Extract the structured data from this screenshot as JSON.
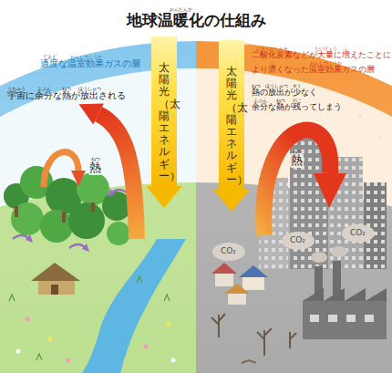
{
  "diagram": {
    "title": "地球温暖化の仕組み",
    "nodes": [
      {
        "text": [
          "太陽光（太陽エネルギー）"
        ]
      },
      {
        "text": [
          "太陽光（太陽エネルギー）"
        ]
      }
    ],
    "labels": [
      "おんだんか",
      "適度な温室効果ガスの層",
      "てきど",
      "おんしつこうか",
      "宇宙に余分な熱が放出される",
      "うちゅう",
      "よぶん",
      "ねつ",
      "ほうしゅつ",
      "二酸化炭素などが大量に増えたことに より濃くなった温室効果ガスの層",
      "にさんかたんそ",
      "たいりょう",
      "ふ",
      "こ",
      "おんしつこうか",
      "熱の放出が少なく 余分な熱が残ってしまう",
      "ねつ",
      "ほうしゅつ",
      "すく",
      "よぶん",
      "ねつ",
      "のこ",
      "熱",
      "ねつ",
      "熱",
      "ねつ",
      "CO₂",
      "CO₂",
      "CO₂"
    ]
  }
}
